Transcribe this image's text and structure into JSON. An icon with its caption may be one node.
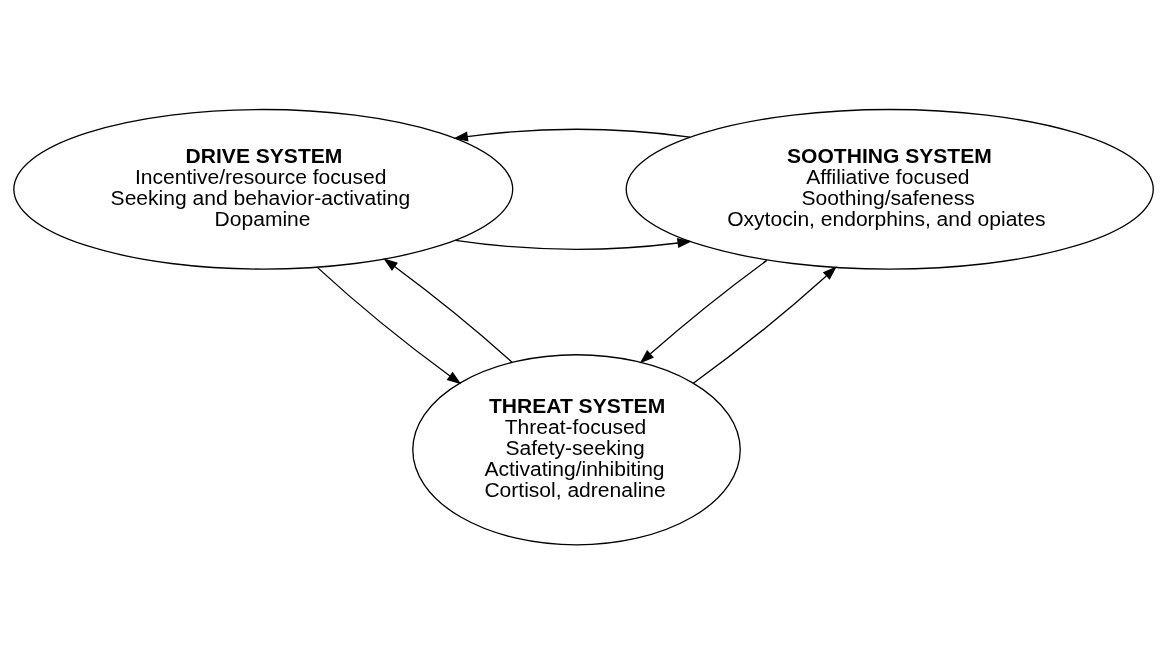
{
  "diagram": {
    "nodes": [
      {
        "text": [
          "DRIVE SYSTEM",
          "Incentive/resource focused",
          "Seeking and behavior-activating",
          "Dopamine"
        ]
      },
      {
        "text": [
          "SOOTHING SYSTEM",
          "Affiliative focused",
          "Soothing/safeness",
          "Oxytocin, endorphins, and opiates"
        ]
      },
      {
        "text": [
          "THREAT SYSTEM",
          "Threat-focused",
          "Safety-seeking",
          "Activating/inhibiting",
          "Cortisol, adrenaline"
        ]
      }
    ],
    "edges": [
      {
        "from": 0,
        "to": 1,
        "arrow": "to"
      },
      {
        "from": 1,
        "to": 0,
        "arrow": "to"
      },
      {
        "from": 0,
        "to": 2,
        "arrow": "to"
      },
      {
        "from": 2,
        "to": 0,
        "arrow": "to"
      },
      {
        "from": 2,
        "to": 1,
        "arrow": "to"
      },
      {
        "from": 1,
        "to": 2,
        "arrow": "to"
      }
    ]
  }
}
